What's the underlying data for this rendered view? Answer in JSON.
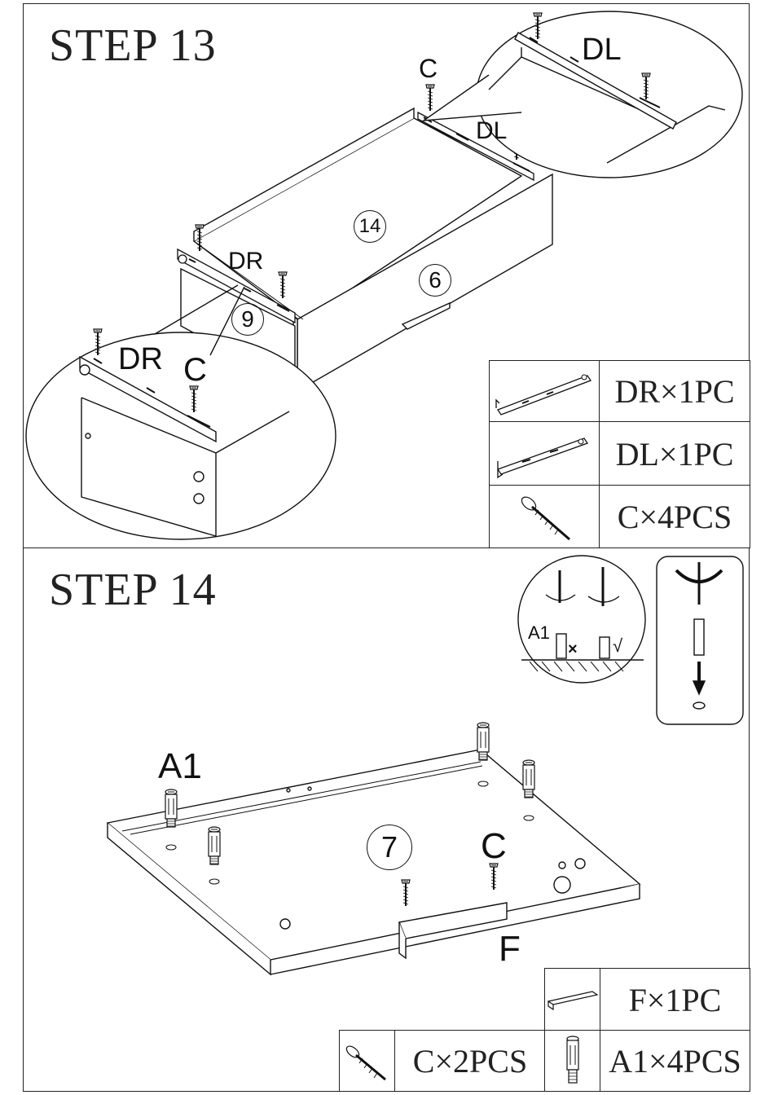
{
  "step13": {
    "title": "STEP  13",
    "labels": {
      "c_top": "C",
      "dl_zoom": "DL",
      "dl_main": "DL",
      "dr_main": "DR",
      "dr_zoom": "DR",
      "c_zoom": "C"
    },
    "panels": {
      "drawer_bottom": "14",
      "drawer_front": "6",
      "drawer_side": "9"
    },
    "parts": [
      {
        "name": "DR",
        "text": "DR×1PC"
      },
      {
        "name": "DL",
        "text": "DL×1PC"
      },
      {
        "name": "C",
        "text": "C×4PCS"
      }
    ]
  },
  "step14": {
    "title": "STEP  14",
    "labels": {
      "a1": "A1",
      "c": "C",
      "f": "F",
      "a1_detail": "A1",
      "wrong": "×",
      "right": "√"
    },
    "panels": {
      "board": "7"
    },
    "parts": [
      {
        "name": "F",
        "text": "F×1PC"
      },
      {
        "name": "C",
        "text": "C×2PCS"
      },
      {
        "name": "A1",
        "text": "A1×4PCS"
      }
    ]
  },
  "icons": [
    "rail-dr-icon",
    "rail-dl-icon",
    "screw-icon",
    "plate-f-icon",
    "cam-bolt-icon",
    "screwdriver-icon",
    "rotate-arrow-icon"
  ]
}
